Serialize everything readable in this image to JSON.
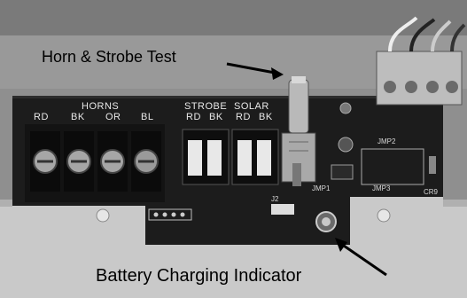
{
  "callouts": {
    "test_switch": "Horn & Strobe Test",
    "charge_led": "Battery Charging Indicator"
  },
  "board": {
    "horns_header": "HORNS",
    "horn_terminals": [
      "RD",
      "BK",
      "OR",
      "BL"
    ],
    "strobe_header": "STROBE",
    "strobe_terminals": [
      "RD",
      "BK"
    ],
    "solar_header": "SOLAR",
    "solar_terminals": [
      "RD",
      "BK"
    ],
    "jumper_label": "JMP2",
    "jumper1_label": "JMP1",
    "jumper3_label": "JMP3",
    "j2_label": "J2",
    "cr_label": "CR9"
  },
  "colors": {
    "pcb": "#1c1c1c",
    "bracket": "#c9c9c9",
    "housing": "#8f8f8f",
    "terminal_block": "#131313",
    "screw": "#a6a6a6",
    "switch_body": "#b9b9b9"
  },
  "icons": [
    "arrow-icon",
    "screw-icon",
    "led-icon",
    "connector-icon"
  ]
}
